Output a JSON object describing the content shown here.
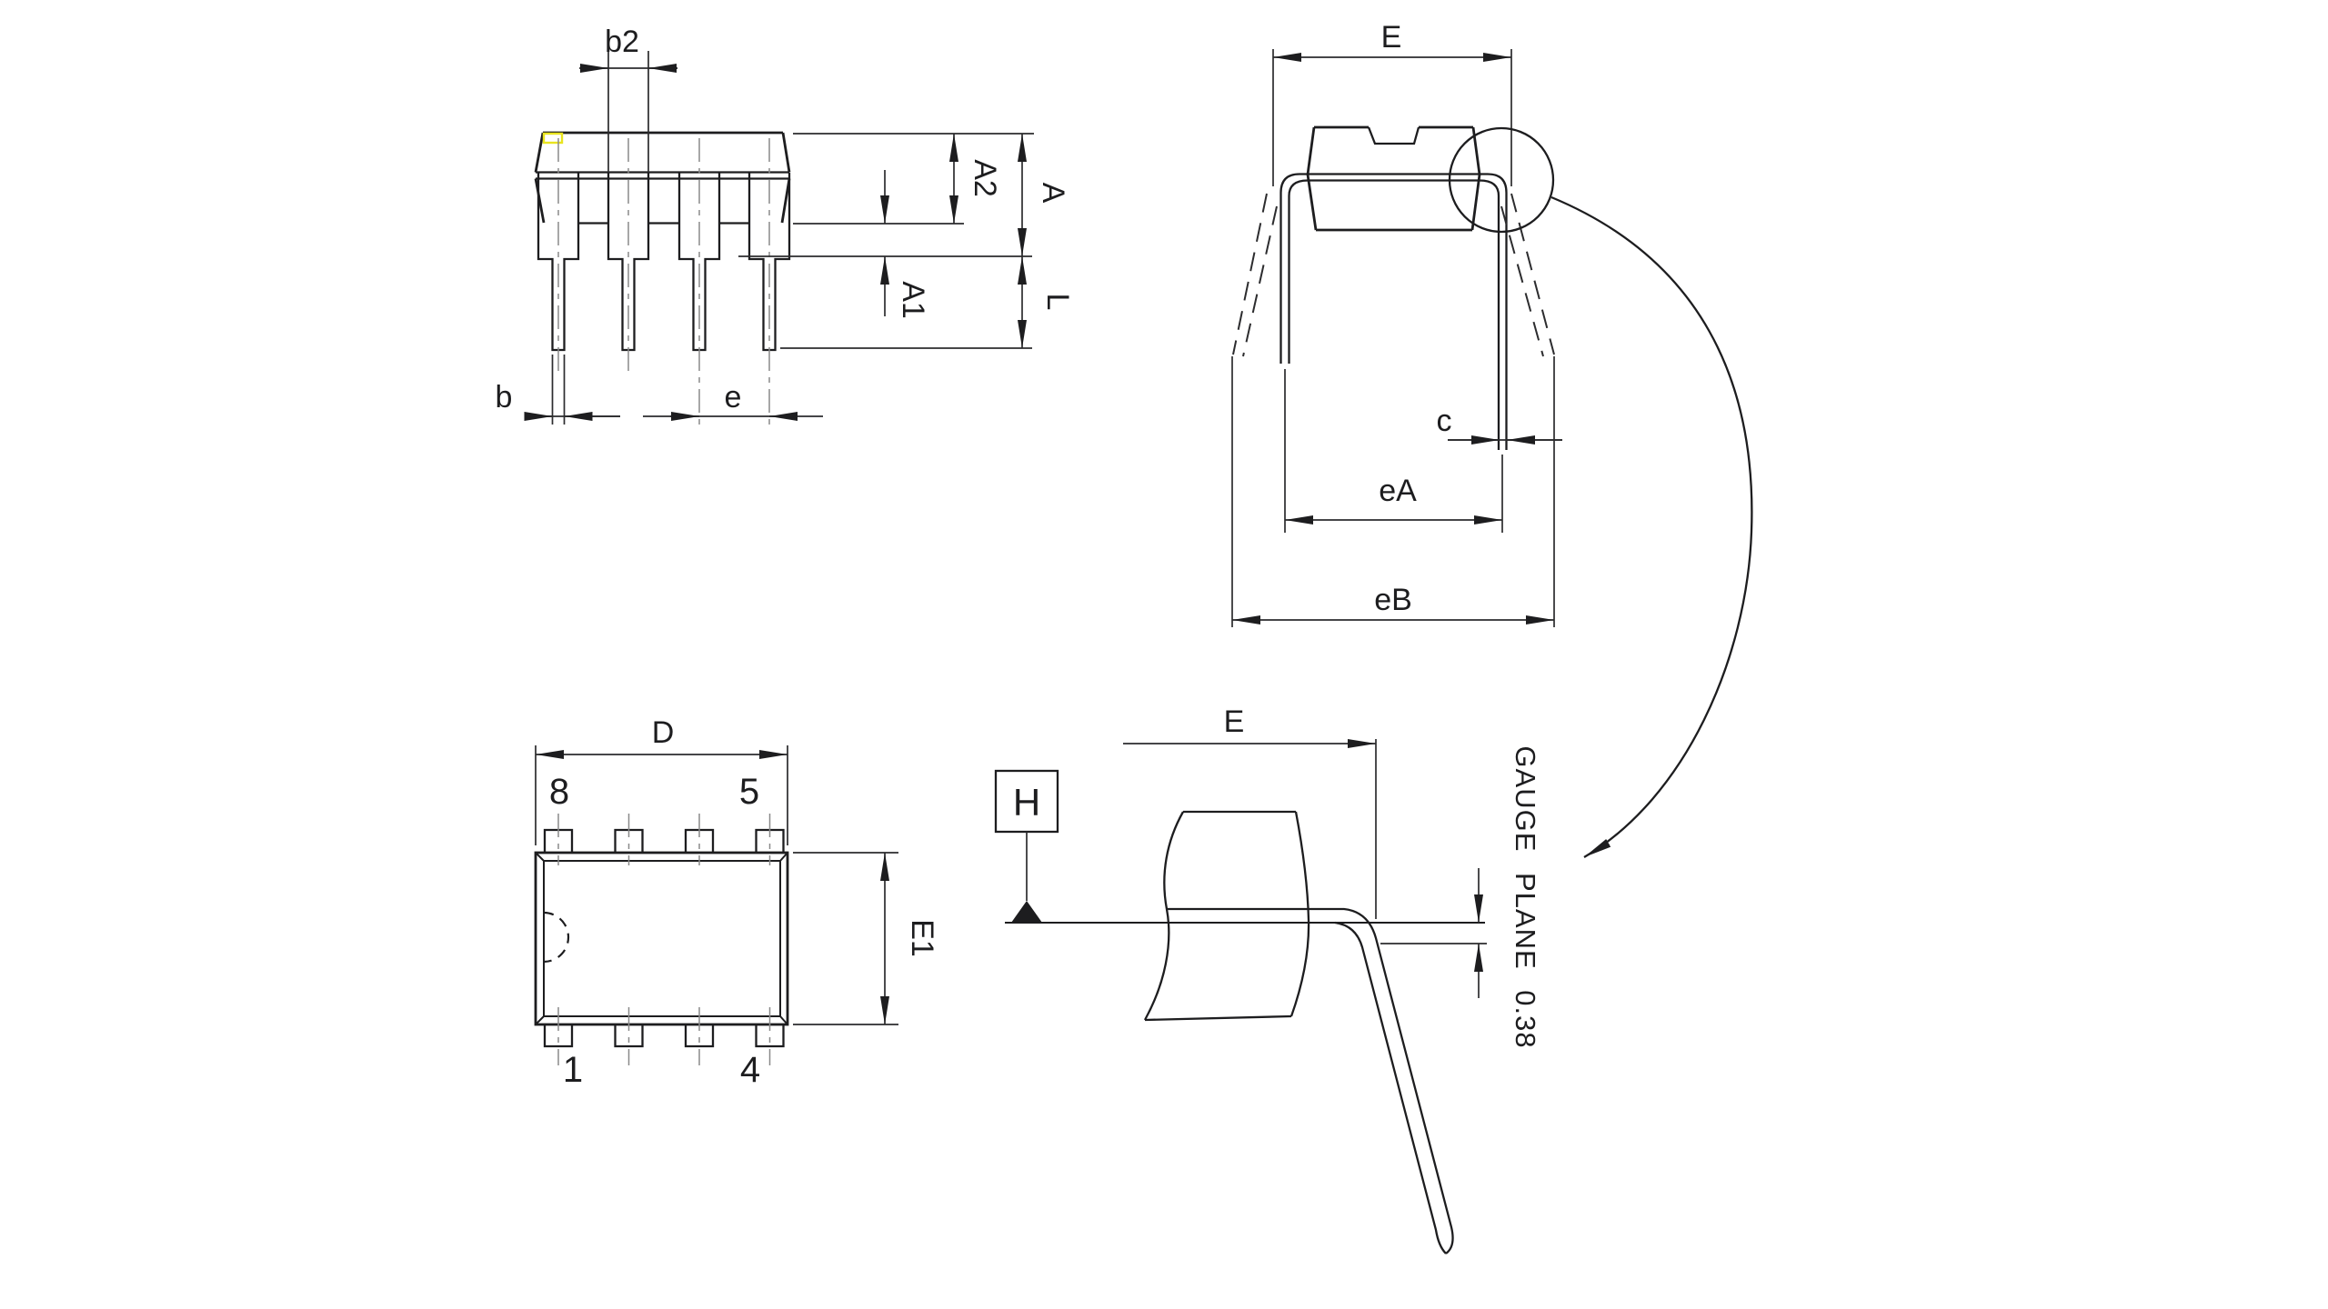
{
  "drawing": {
    "type": "mechanical-package-outline",
    "colors": {
      "background": "#ffffff",
      "ink": "#1d1d1f",
      "dimension": "#2c2c2e",
      "centerline": "#8a8a8a",
      "highlight": "#e9e41f"
    },
    "side_view": {
      "labels": {
        "b2": "b2",
        "a2": "A2",
        "a": "A",
        "a1": "A1",
        "l": "L",
        "b": "b",
        "e": "e"
      }
    },
    "end_view": {
      "labels": {
        "e": "E",
        "c": "c",
        "ea": "eA",
        "eb": "eB"
      }
    },
    "top_view": {
      "labels": {
        "d": "D",
        "e1": "E1"
      },
      "pins": {
        "top_left": "8",
        "top_right": "5",
        "bottom_left": "1",
        "bottom_right": "4"
      }
    },
    "detail_view": {
      "labels": {
        "e": "E",
        "datum": "H",
        "gauge_plane": "GAUGE PLANE 0.38"
      }
    }
  }
}
